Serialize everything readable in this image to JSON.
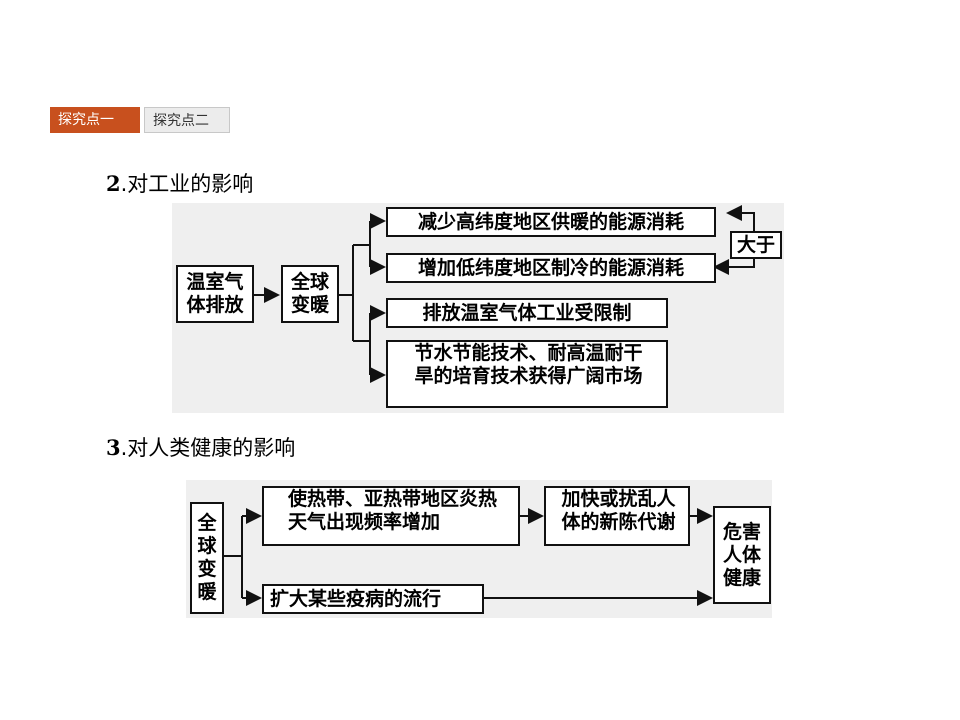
{
  "tabs": [
    {
      "label": "探究点一",
      "active": true
    },
    {
      "label": "探究点二",
      "active": false
    }
  ],
  "section2": {
    "heading_num": "2",
    "heading_text": ".对工业的影响",
    "nodes": {
      "cause": "温室气\n体排放",
      "warming": "全球\n变暖",
      "heating": "减少高纬度地区供暖的能源消耗",
      "cooling": "增加低纬度地区制冷的能源消耗",
      "compare": "大于",
      "restrict": "排放温室气体工业受限制",
      "tech": "节水节能技术、耐高温耐干\n旱的培育技术获得广阔市场"
    }
  },
  "section3": {
    "heading_num": "3",
    "heading_text": ".对人类健康的影响",
    "nodes": {
      "warming": "全\n球\n变\n暖",
      "hot_days": "使热带、亚热带地区炎热\n天气出现频率增加",
      "metabolism": "加快或扰乱人\n体的新陈代谢",
      "harm": "危害\n人体\n健康",
      "disease": "扩大某些疫病的流行"
    }
  }
}
